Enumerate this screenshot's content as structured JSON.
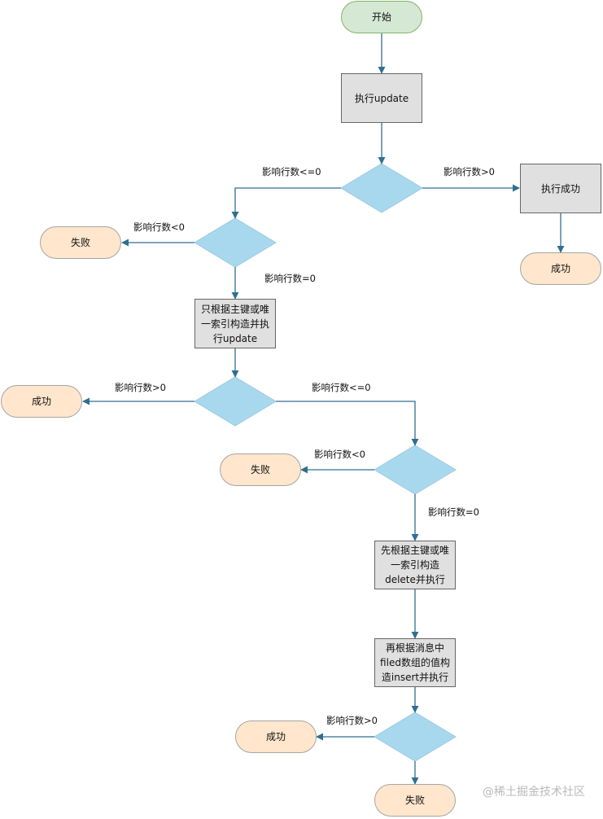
{
  "nodes": {
    "start": "开始",
    "exec_update": "执行update",
    "exec_success": "执行成功",
    "success_1": "成功",
    "fail_1": "失败",
    "pk_update_lines": [
      "只根据主键或唯",
      "一索引构造并执",
      "行update"
    ],
    "success_2": "成功",
    "fail_2": "失败",
    "delete_lines": [
      "先根据主键或唯",
      "一索引构造",
      "delete并执行"
    ],
    "insert_lines": [
      "再根据消息中",
      "filed数组的值构",
      "造insert并执行"
    ],
    "success_3": "成功",
    "fail_3": "失败"
  },
  "edge_labels": {
    "d1_left": "影响行数<=0",
    "d1_right": "影响行数>0",
    "d2_left": "影响行数<0",
    "d2_down": "影响行数=0",
    "d3_left": "影响行数>0",
    "d3_right": "影响行数<=0",
    "d4_left": "影响行数<0",
    "d4_down": "影响行数=0",
    "d5_left": "影响行数>0"
  },
  "watermark": "@稀土掘金技术社区",
  "colors": {
    "line": "#2f6f8f",
    "decision_fill": "#a8d8ee",
    "decision_stroke": "#9ecae1",
    "start_fill": "#d5e8d4",
    "terminal_fill": "#ffe6cc",
    "process_fill": "#e0e0e0"
  }
}
